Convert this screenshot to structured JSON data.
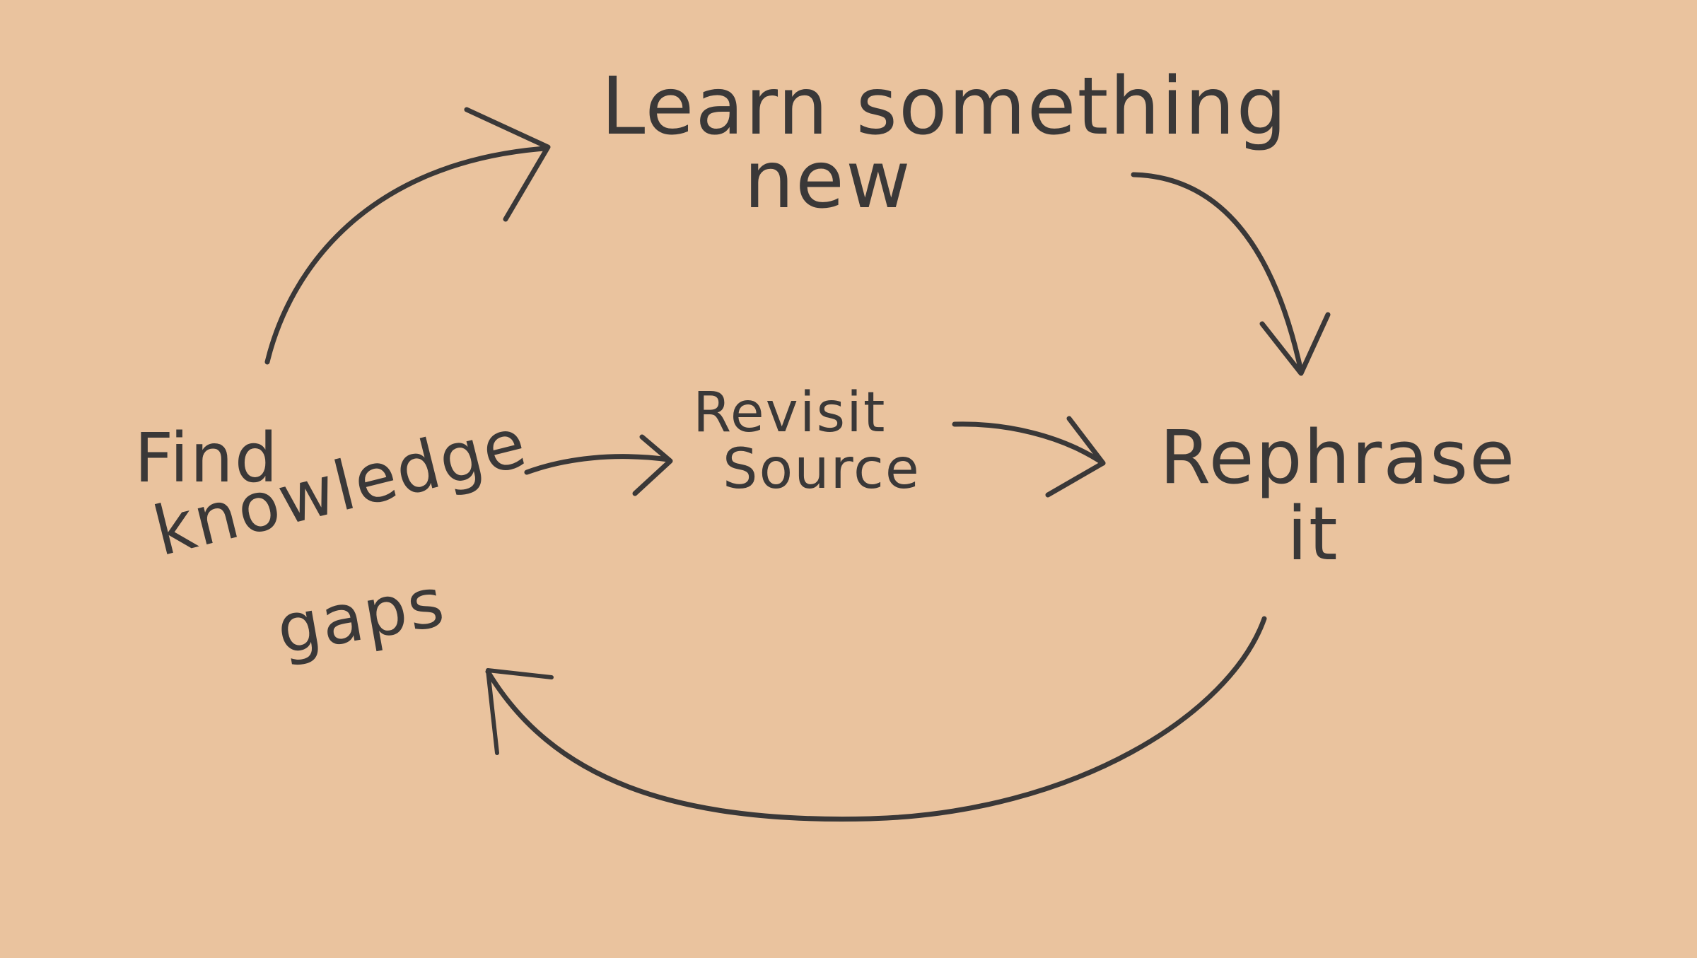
{
  "diagram": {
    "type": "cycle",
    "colors": {
      "background": "#EAC39E",
      "ink": "#3A3838"
    },
    "nodes": {
      "learn": {
        "line1": "Learn something",
        "line2": "new"
      },
      "find": {
        "line1": "Find",
        "line2": "knowledge",
        "line3": "gaps"
      },
      "revisit": {
        "line1": "Revisit",
        "line2": "Source"
      },
      "rephrase": {
        "line1": "Rephrase",
        "line2": "it"
      }
    },
    "edges": [
      {
        "from": "Find knowledge gaps",
        "to": "Learn something new"
      },
      {
        "from": "Learn something new",
        "to": "Rephrase it"
      },
      {
        "from": "Find knowledge gaps",
        "to": "Revisit Source"
      },
      {
        "from": "Revisit Source",
        "to": "Rephrase it"
      },
      {
        "from": "Rephrase it",
        "to": "Find knowledge gaps"
      }
    ]
  }
}
